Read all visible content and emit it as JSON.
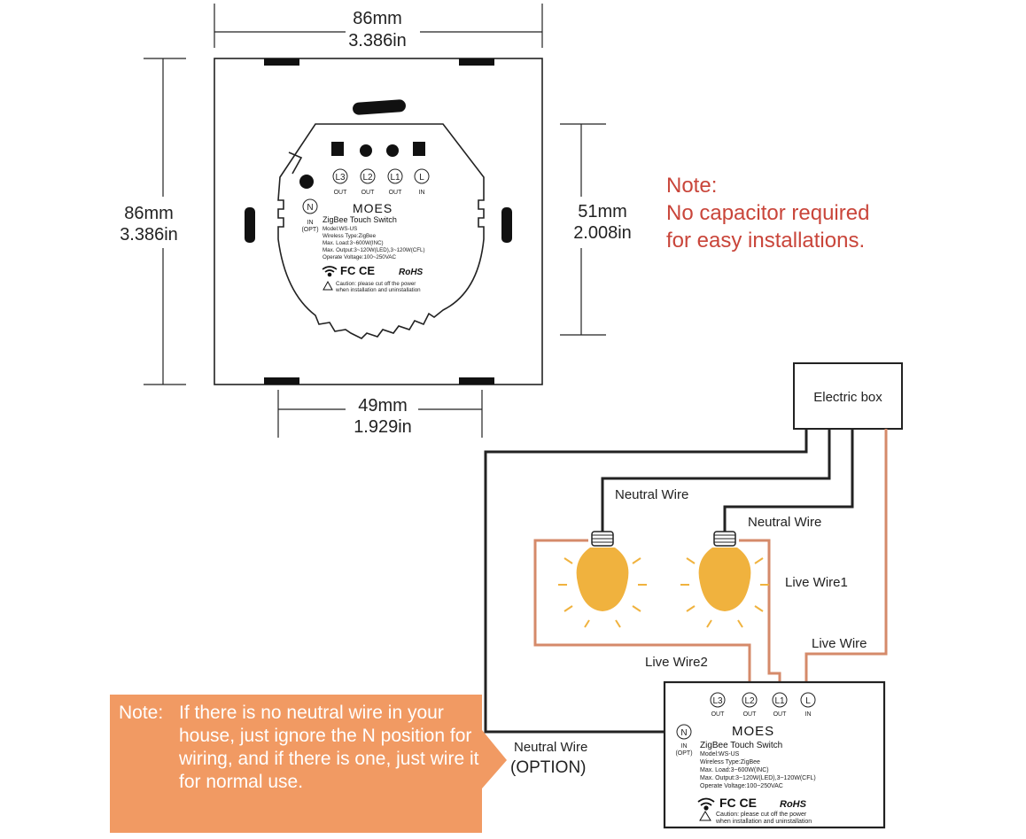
{
  "dimensions": {
    "top_mm": "86mm",
    "top_in": "3.386in",
    "left_mm": "86mm",
    "left_in": "3.386in",
    "right_mm": "51mm",
    "right_in": "2.008in",
    "bottom_mm": "49mm",
    "bottom_in": "1.929in"
  },
  "note": {
    "line1": "Note:",
    "line2": "No capacitor required",
    "line3": "for easy installations."
  },
  "switch_label": {
    "brand": "MOES",
    "product": "ZigBee Touch Switch",
    "model": "Model:WS-US",
    "wireless": "Wireless Type:ZigBee",
    "max_load": "Max. Load:3~600W(INC)",
    "max_output": "Max. Output:3~120W(LED),3~120W(CFL)",
    "voltage": "Operate Voltage:100~250VAC",
    "certs": "FC CE",
    "rohs": "RoHS",
    "caution1": "Caution: please cut off the power",
    "caution2": "when installation and uninstallation",
    "terminals": [
      {
        "name": "L3",
        "sub": "OUT"
      },
      {
        "name": "L2",
        "sub": "OUT"
      },
      {
        "name": "L1",
        "sub": "OUT"
      },
      {
        "name": "L",
        "sub": "IN"
      }
    ],
    "neutral": {
      "name": "N",
      "sub1": "IN",
      "sub2": "(OPT)"
    }
  },
  "wiring": {
    "electric_box": "Electric box",
    "neutral_wire_1": "Neutral Wire",
    "neutral_wire_2": "Neutral Wire",
    "live_wire_1": "Live Wire1",
    "live_wire_2": "Live Wire2",
    "live_wire": "Live Wire",
    "neutral_option_1": "Neutral Wire",
    "neutral_option_2": "(OPTION)"
  },
  "callout": {
    "head": "Note:",
    "body": "If there is no neutral wire in your house, just ignore the N position for wiring, and if there is one, just wire it for normal use."
  },
  "colors": {
    "accent_red": "#c9453a",
    "wire_live": "#d58a6a",
    "bulb": "#f0b23e",
    "callout_bg": "#f19a63"
  }
}
